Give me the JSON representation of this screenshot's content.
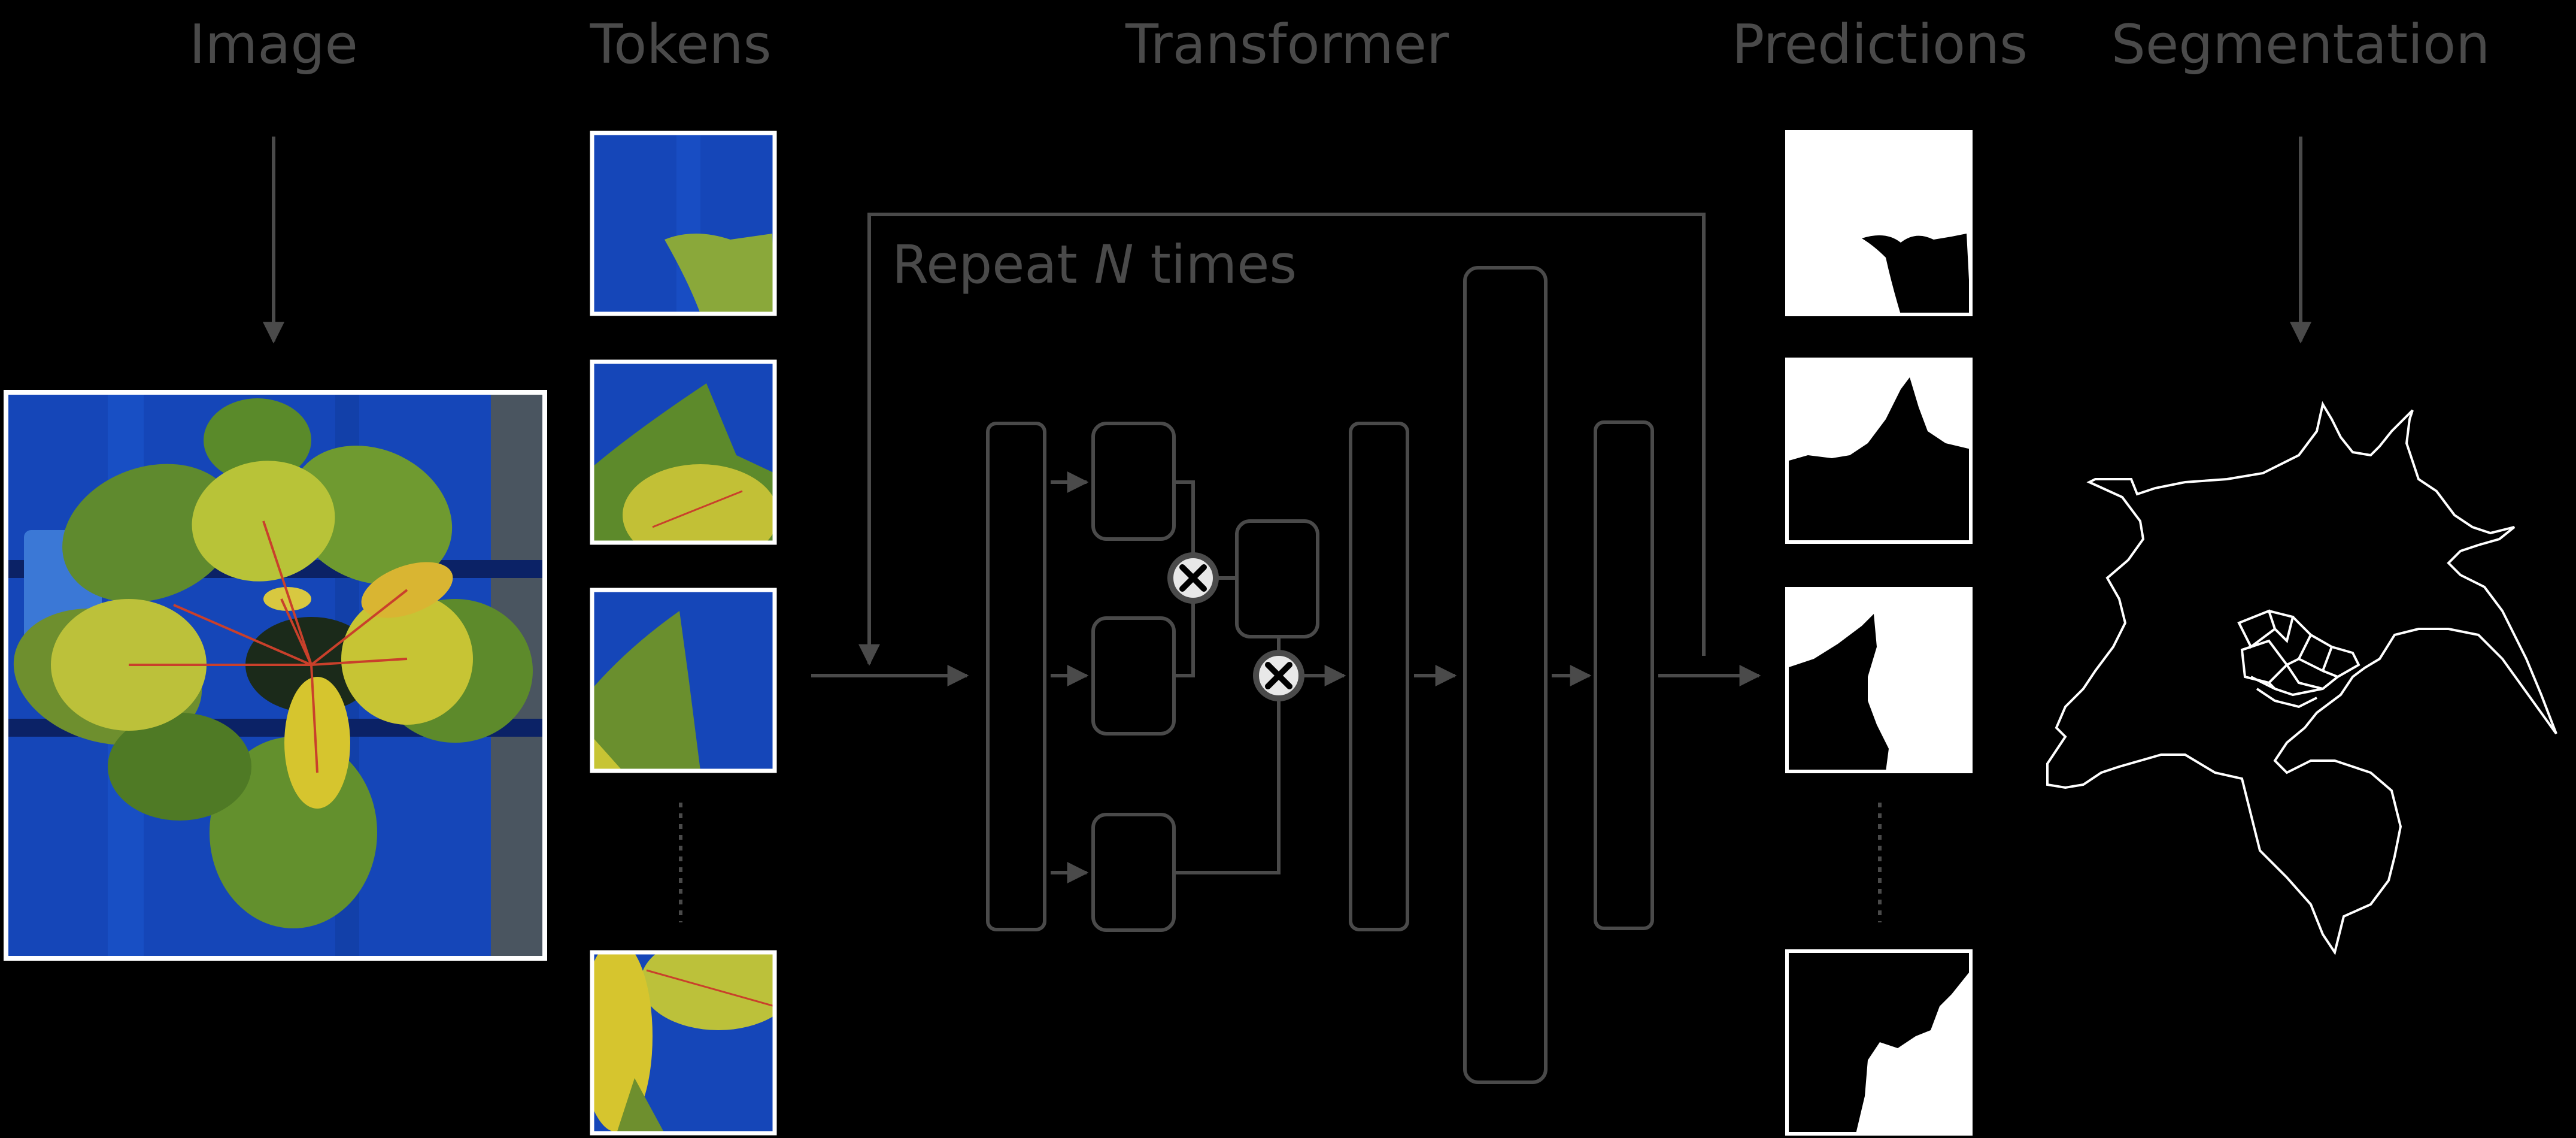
{
  "columns": {
    "image": "Image",
    "tokens": "Tokens",
    "transformer": "Transformer",
    "predictions": "Predictions",
    "segmentation": "Segmentation"
  },
  "repeat_label": {
    "prefix": "Repeat ",
    "var": "N",
    "suffix": " times"
  },
  "colors": {
    "background": "#000000",
    "line": "#4a4a4a",
    "label": "#4a4a4a",
    "tile_border": "#ffffff",
    "blue_background": "#1546b8",
    "leaf_green": "#6e8f2e",
    "leaf_yellow": "#c7c434",
    "mask_white": "#ffffff",
    "mask_black": "#000000",
    "multiply_node": "#e8e8e8"
  },
  "icons": [
    "multiply-node-icon",
    "arrow-icon",
    "ellipsis-dots"
  ]
}
